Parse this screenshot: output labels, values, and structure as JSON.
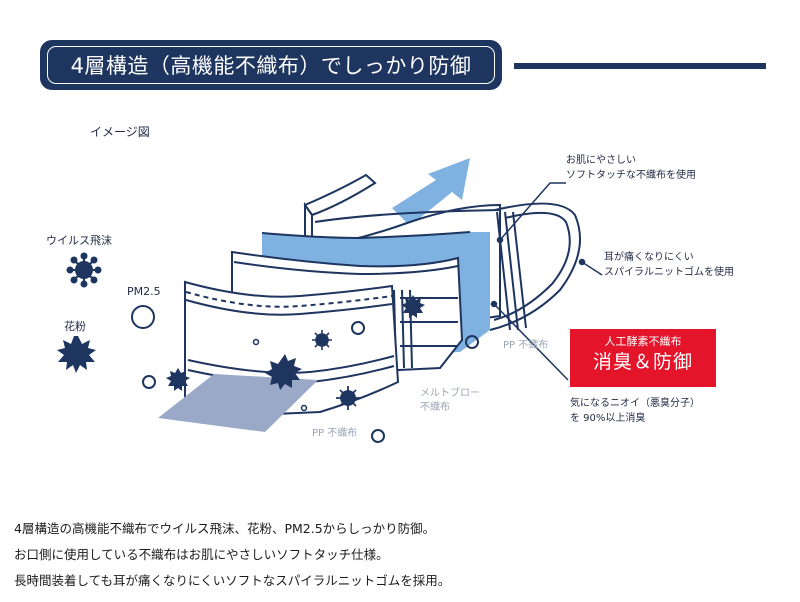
{
  "header": {
    "title": "4層構造（高機能不織布）でしっかり防御"
  },
  "image_caption": "イメージ図",
  "particles": {
    "virus_label": "ウイルス飛沫",
    "pm_label": "PM2.5",
    "pollen_label": "花粉"
  },
  "callouts": {
    "outer_line1": "お肌にやさしい",
    "outer_line2": "ソフトタッチな不織布を使用",
    "ear_line1": "耳が痛くなりにくい",
    "ear_line2": "スパイラルニットゴムを使用",
    "pp_upper": "PP 不織布",
    "meltblown_line1": "メルトブロー",
    "meltblown_line2": "不織布",
    "pp_lower": "PP 不織布",
    "odor_line1": "気になるニオイ（悪臭分子）",
    "odor_line2": "を 90%以上消臭"
  },
  "badge": {
    "line1": "人工酵素不織布",
    "line2": "消臭＆防御"
  },
  "description": {
    "line1": "4層構造の高機能不織布でウイルス飛沫、花粉、PM2.5からしっかり防御。",
    "line2": "お口側に使用している不織布はお肌にやさしいソフトタッチ仕様。",
    "line3": "長時間装着しても耳が痛くなりにくいソフトなスパイラルニットゴムを採用。"
  },
  "colors": {
    "navy": "#1e3560",
    "light_blue": "#7fb2e0",
    "gray_blue": "#9aa9c8",
    "accent_red": "#e4142a"
  }
}
